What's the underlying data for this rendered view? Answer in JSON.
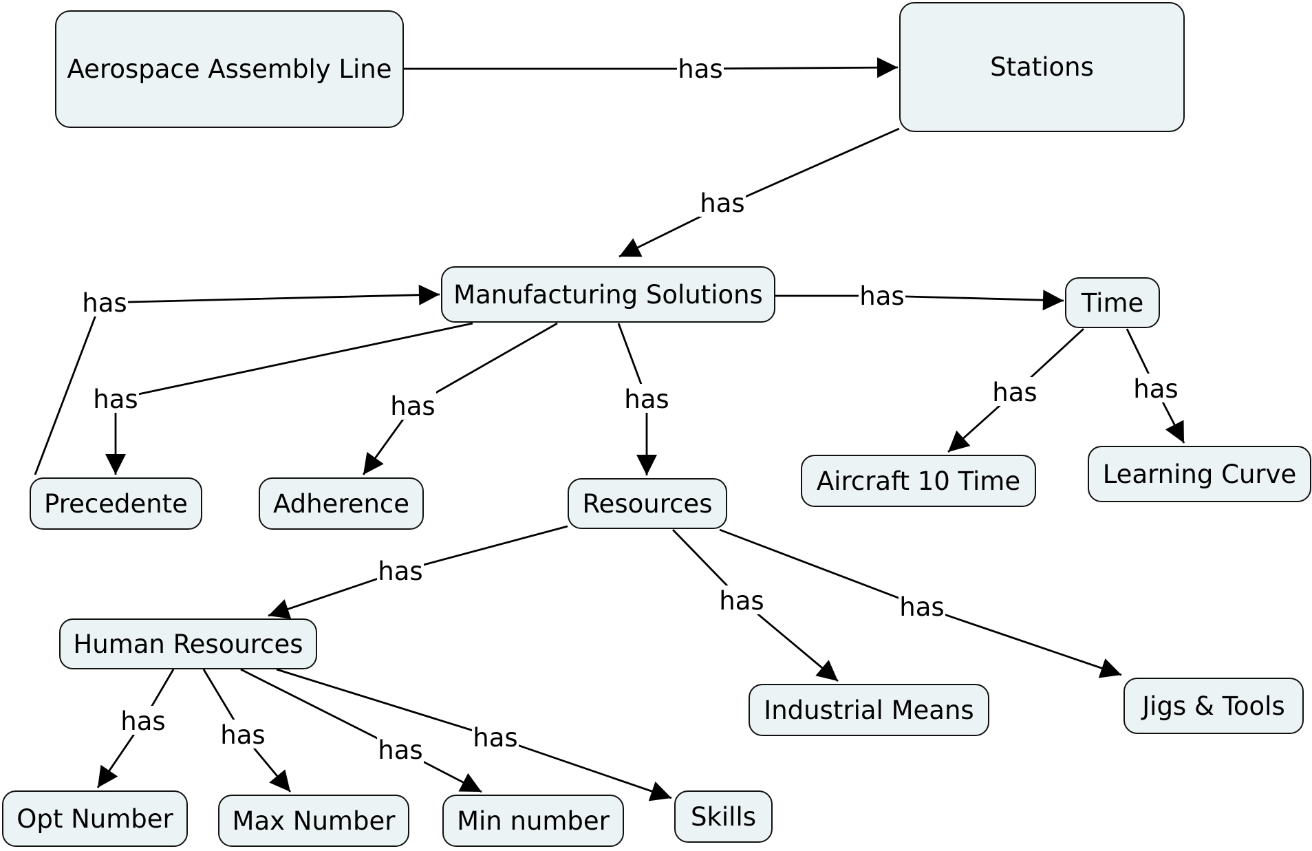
{
  "nodes": {
    "aerospace": "Aerospace Assembly Line",
    "stations": "Stations",
    "manufacturing": "Manufacturing Solutions",
    "time": "Time",
    "precedente": "Precedente",
    "adherence": "Adherence",
    "resources": "Resources",
    "aircraft": "Aircraft 10 Time",
    "learning": "Learning Curve",
    "human": "Human Resources",
    "industrial": "Industrial Means",
    "jigs": "Jigs & Tools",
    "opt": "Opt Number",
    "max": "Max Number",
    "min": "Min number",
    "skills": "Skills"
  },
  "edges": [
    {
      "from": "aerospace",
      "to": "stations",
      "label": "has"
    },
    {
      "from": "stations",
      "to": "manufacturing",
      "label": "has"
    },
    {
      "from": "precedente",
      "to": "manufacturing",
      "label": "has"
    },
    {
      "from": "manufacturing",
      "to": "time",
      "label": "has"
    },
    {
      "from": "manufacturing",
      "to": "precedente",
      "label": "has"
    },
    {
      "from": "manufacturing",
      "to": "adherence",
      "label": "has"
    },
    {
      "from": "manufacturing",
      "to": "resources",
      "label": "has"
    },
    {
      "from": "time",
      "to": "aircraft",
      "label": "has"
    },
    {
      "from": "time",
      "to": "learning",
      "label": "has"
    },
    {
      "from": "resources",
      "to": "human",
      "label": "has"
    },
    {
      "from": "resources",
      "to": "industrial",
      "label": "has"
    },
    {
      "from": "resources",
      "to": "jigs",
      "label": "has"
    },
    {
      "from": "human",
      "to": "opt",
      "label": "has"
    },
    {
      "from": "human",
      "to": "max",
      "label": "has"
    },
    {
      "from": "human",
      "to": "min",
      "label": "has"
    },
    {
      "from": "human",
      "to": "skills",
      "label": "has"
    }
  ]
}
